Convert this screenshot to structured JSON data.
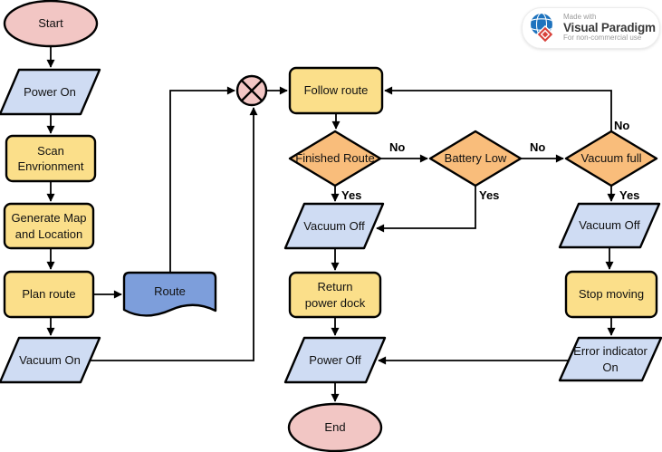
{
  "colors": {
    "terminator_fill": "#f2c6c4",
    "process_fill": "#fbdf8a",
    "data_fill": "#cfdcf3",
    "decision_fill": "#f9bd7b",
    "document_fill": "#7d9edb",
    "junction_fill": "#f2c6c4",
    "stroke": "#000000"
  },
  "nodes": {
    "start": "Start",
    "power_on": "Power On",
    "scan_environment": "Scan Envrionment",
    "generate_map": "Generate Map and Location",
    "plan_route": "Plan route",
    "route": "Route",
    "vacuum_on": "Vacuum On",
    "follow_route": "Follow route",
    "finished_route": "Finished Route",
    "battery_low": "Battery Low",
    "vacuum_full": "Vacuum full",
    "vacuum_off_left": "Vacuum Off",
    "vacuum_off_right": "Vacuum Off",
    "return_power_dock": "Return power dock",
    "stop_moving": "Stop moving",
    "power_off": "Power Off",
    "error_indicator_on": "Error indicator On",
    "end": "End"
  },
  "edge_labels": {
    "finished_route_no": "No",
    "finished_route_yes": "Yes",
    "battery_low_no": "No",
    "battery_low_yes": "Yes",
    "vacuum_full_no": "No",
    "vacuum_full_yes": "Yes"
  },
  "badge": {
    "made_with": "Made with",
    "brand": "Visual Paradigm",
    "license": "For non-commercial use"
  }
}
